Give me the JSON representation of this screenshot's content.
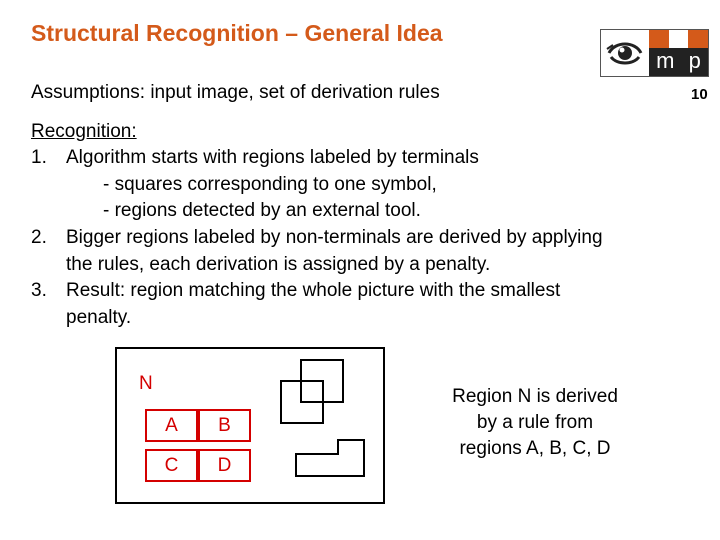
{
  "title": "Structural Recognition – General Idea",
  "slide_number": "10",
  "logo": {
    "letter_m": "m",
    "letter_p": "p"
  },
  "assumptions": "Assumptions: input image, set of derivation rules",
  "recognition_heading": "Recognition:",
  "items": [
    {
      "num": "1.",
      "lines": [
        "Algorithm starts with regions labeled by terminals",
        "- squares corresponding to one symbol,",
        "- regions detected by an external tool."
      ]
    },
    {
      "num": "2.",
      "lines": [
        "Bigger regions labeled by non-terminals are derived by applying",
        "the rules, each derivation is assigned by a penalty."
      ]
    },
    {
      "num": "3.",
      "lines": [
        "Result: region matching the whole picture with the smallest",
        "penalty."
      ]
    }
  ],
  "diagram": {
    "region_n": "N",
    "cells": [
      "A",
      "B",
      "C",
      "D"
    ],
    "accent_color": "#d40000"
  },
  "caption": [
    "Region N is derived",
    "by a rule from",
    "regions A, B, C, D"
  ],
  "colors": {
    "title": "#d45a1a",
    "logo_orange": "#d45a1a",
    "logo_dark": "#222222"
  }
}
